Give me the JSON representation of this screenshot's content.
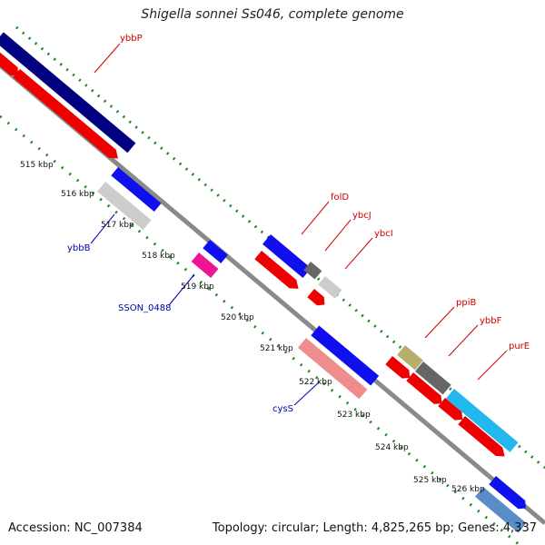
{
  "title": "Shigella sonnei Ss046, complete genome",
  "footer": {
    "accession": "Accession: NC_007384",
    "summary": "Topology: circular; Length: 4,825,265 bp; Genes: 4,337"
  },
  "ticks": [
    {
      "label": "515 kbp"
    },
    {
      "label": "516 kbp"
    },
    {
      "label": "517 kbp"
    },
    {
      "label": "518 kbp"
    },
    {
      "label": "519 kbp"
    },
    {
      "label": "520 kbp"
    },
    {
      "label": "521 kbp"
    },
    {
      "label": "522 kbp"
    },
    {
      "label": "523 kbp"
    },
    {
      "label": "524 kbp"
    },
    {
      "label": "525 kbp"
    },
    {
      "label": "526 kbp"
    }
  ],
  "gene_labels": [
    {
      "name": "ybbP",
      "color": "#cc0000"
    },
    {
      "name": "folD",
      "color": "#cc0000"
    },
    {
      "name": "ybcJ",
      "color": "#cc0000"
    },
    {
      "name": "ybcI",
      "color": "#cc0000"
    },
    {
      "name": "ppiB",
      "color": "#cc0000"
    },
    {
      "name": "ybbF",
      "color": "#cc0000"
    },
    {
      "name": "purE",
      "color": "#cc0000"
    },
    {
      "name": "ybbB",
      "color": "#0000aa"
    },
    {
      "name": "SSON_0488",
      "color": "#0000aa"
    },
    {
      "name": "cysS",
      "color": "#0000aa"
    }
  ],
  "colors": {
    "backbone": "#8a8a8a",
    "tick_dots": "#1a8a1a",
    "navy": "#000080",
    "red": "#ee0000",
    "blue": "#1010ee",
    "grey_light": "#cccccc",
    "grey_dark": "#666666",
    "magenta": "#ee1493",
    "salmon": "#ef8c8c",
    "khaki": "#b8ad6a",
    "cyan": "#22b8ee",
    "steel": "#5a8cc8"
  }
}
